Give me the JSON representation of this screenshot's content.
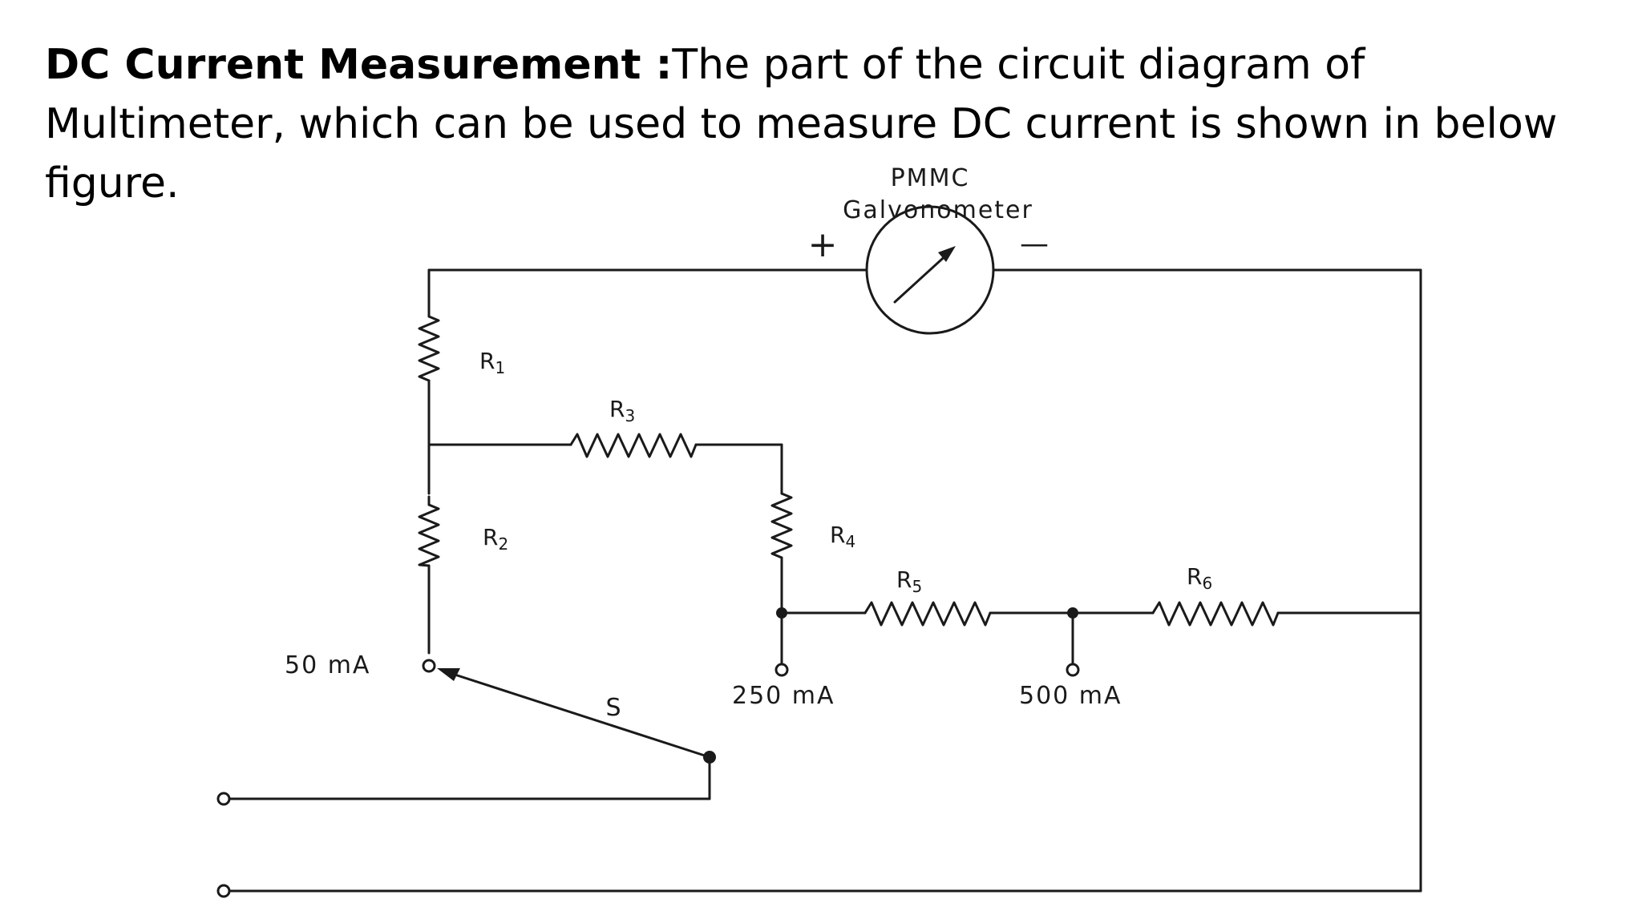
{
  "heading": {
    "bold": "DC Current Measurement :",
    "text": "The part of the circuit diagram of Multimeter, which can be used to measure DC current is shown in below figure."
  },
  "diagram": {
    "meter_label_line1": "PMMC",
    "meter_label_line2": "Galvonometer",
    "meter_plus": "+",
    "meter_minus": "—",
    "resistors": [
      {
        "name": "R",
        "sub": "1"
      },
      {
        "name": "R",
        "sub": "2"
      },
      {
        "name": "R",
        "sub": "3"
      },
      {
        "name": "R",
        "sub": "4"
      },
      {
        "name": "R",
        "sub": "5"
      },
      {
        "name": "R",
        "sub": "6"
      }
    ],
    "taps": {
      "tap_50": "50 mA",
      "tap_250": "250 mA",
      "tap_500": "500 mA"
    },
    "switch_label": "S"
  }
}
